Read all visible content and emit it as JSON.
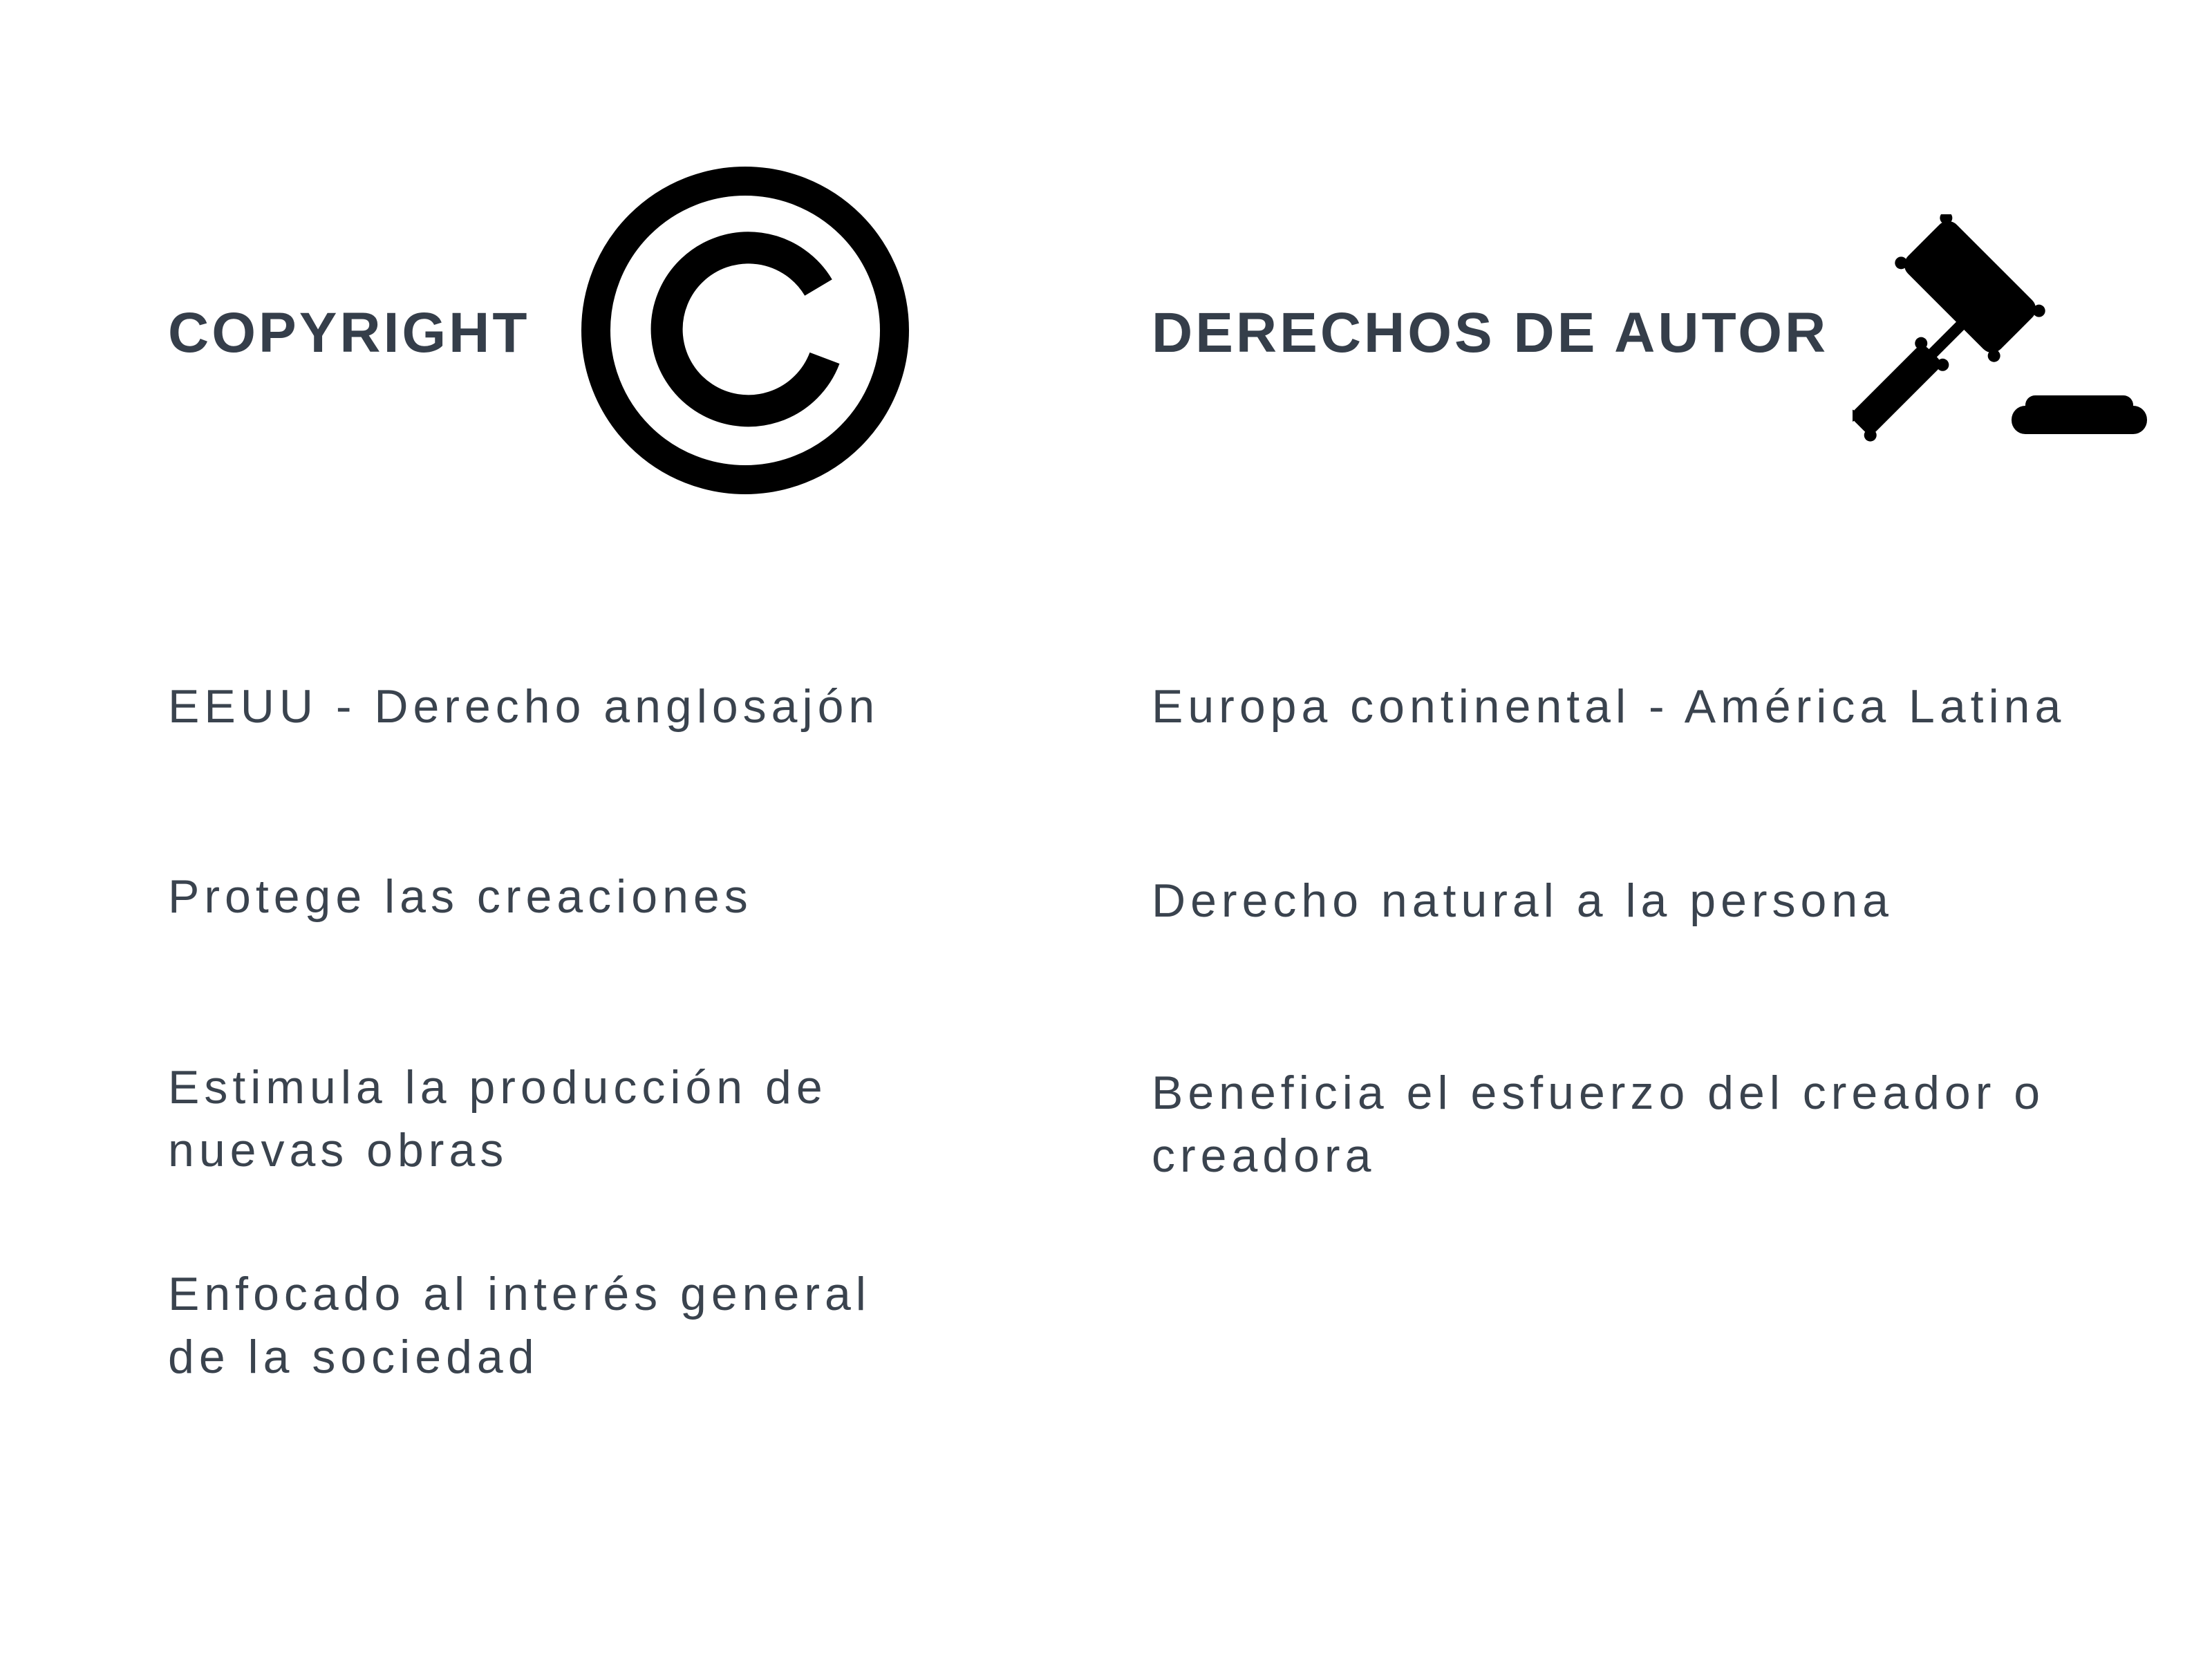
{
  "left": {
    "title": "COPYRIGHT",
    "icon": "copyright-icon",
    "items": [
      {
        "lines": [
          "EEUU - Derecho anglosajón"
        ]
      },
      {
        "lines": [
          "Protege las creaciones"
        ]
      },
      {
        "lines": [
          "Estimula la producción de",
          "nuevas obras"
        ]
      },
      {
        "lines": [
          "Enfocado al interés general",
          "de la sociedad"
        ]
      }
    ]
  },
  "right": {
    "title": "DERECHOS DE AUTOR",
    "icon": "gavel-icon",
    "items": [
      {
        "lines": [
          "Europa continental - América Latina"
        ]
      },
      {
        "lines": [
          "Derecho natural a la persona"
        ]
      },
      {
        "lines": [
          "Beneficia el esfuerzo del creador o",
          "creadora"
        ]
      }
    ]
  },
  "colors": {
    "text": "#353e4a",
    "icon": "#000000"
  }
}
